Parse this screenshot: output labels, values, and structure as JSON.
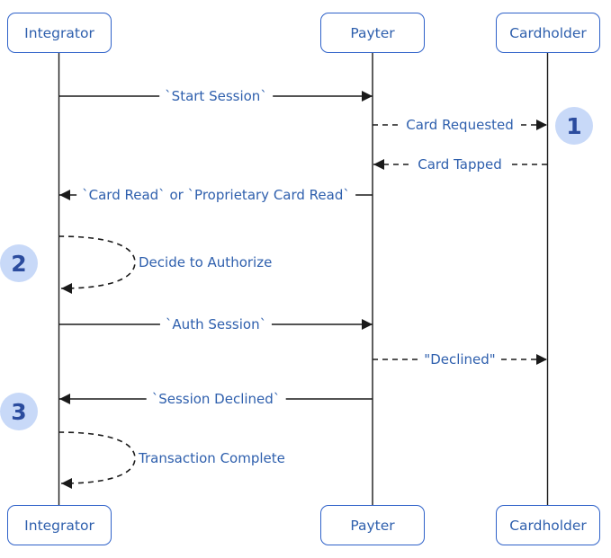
{
  "diagram": {
    "type": "sequence-diagram",
    "actors": [
      {
        "name": "Integrator"
      },
      {
        "name": "Payter"
      },
      {
        "name": "Cardholder"
      }
    ],
    "messages": [
      {
        "from": "Integrator",
        "to": "Payter",
        "label": "`Start Session`",
        "style": "solid"
      },
      {
        "from": "Payter",
        "to": "Cardholder",
        "label": "Card Requested",
        "style": "dashed"
      },
      {
        "from": "Cardholder",
        "to": "Payter",
        "label": "Card Tapped",
        "style": "dashed"
      },
      {
        "from": "Payter",
        "to": "Integrator",
        "label": "`Card Read` or `Proprietary Card Read`",
        "style": "solid"
      },
      {
        "from": "Integrator",
        "to": "Integrator",
        "label": "Decide to Authorize",
        "style": "dashed-self"
      },
      {
        "from": "Integrator",
        "to": "Payter",
        "label": "`Auth Session`",
        "style": "solid"
      },
      {
        "from": "Payter",
        "to": "Cardholder",
        "label": "\"Declined\"",
        "style": "dashed"
      },
      {
        "from": "Payter",
        "to": "Integrator",
        "label": "`Session Declined`",
        "style": "solid"
      },
      {
        "from": "Integrator",
        "to": "Integrator",
        "label": "Transaction Complete",
        "style": "dashed-self"
      }
    ],
    "badges": [
      {
        "number": "1"
      },
      {
        "number": "2"
      },
      {
        "number": "3"
      }
    ],
    "colors": {
      "actor_border": "#2f62c9",
      "text_blue": "#2e5fad",
      "badge_bg": "#c8d9f8",
      "badge_text": "#2b4c9e",
      "line": "#1a1a1a"
    }
  }
}
